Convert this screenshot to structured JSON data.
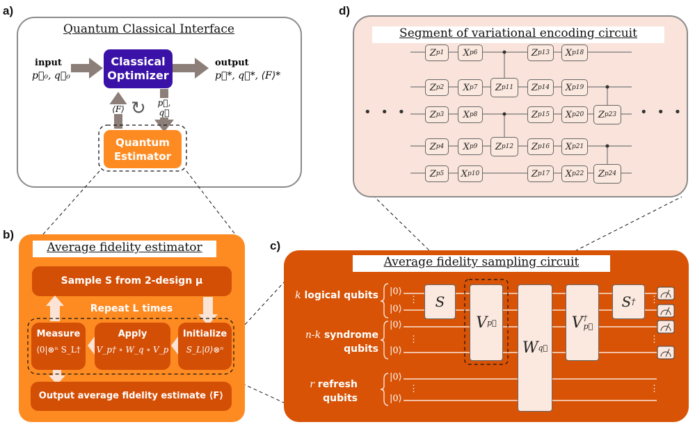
{
  "panel_labels": {
    "a": "a)",
    "b": "b)",
    "c": "c)",
    "d": "d)"
  },
  "panel_a": {
    "title": "Quantum Classical Interface",
    "input_label": "input",
    "input_vars": "p⃗₀, q⃗₀",
    "optimizer_label": "Classical Optimizer",
    "output_label": "output",
    "output_vars": "p⃗*, q⃗*, ⟨F⟩*",
    "feedback_up": "⟨F⟩",
    "feedback_down": "p⃗, q⃗",
    "cycle_symbol": "↻",
    "estimator_label": "Quantum Estimator"
  },
  "panel_b": {
    "title": "Average fidelity estimator",
    "sample_step": "Sample S from 2-design μ",
    "repeat_label": "Repeat L times",
    "measure_title": "Measure",
    "measure_formula": "⟨0|⊗ⁿ S_L†",
    "apply_title": "Apply",
    "apply_formula": "V_p† ∘ W_q ∘ V_p",
    "initialize_title": "Initialize",
    "initialize_formula": "S_L|0⟩⊗ⁿ",
    "output_step": "Output average fidelity estimate ⟨F⟩"
  },
  "panel_c": {
    "title": "Average fidelity sampling circuit",
    "groups": [
      {
        "var": "k",
        "label": "logical qubits"
      },
      {
        "var": "n-k",
        "label": "syndrome qubits"
      },
      {
        "var": "r",
        "label": "refresh qubits"
      }
    ],
    "ket": "|0⟩",
    "vdots": "⋮",
    "gate_S": "S",
    "gate_V": "V",
    "gate_V_sub": "p⃗",
    "gate_W": "W",
    "gate_W_sub": "q⃗",
    "gate_Vdag": "V",
    "gate_Vdag_sup": "†",
    "gate_Vdag_sub": "p⃗",
    "gate_Sdag": "S",
    "gate_Sdag_sup": "†"
  },
  "panel_d": {
    "title": "Segment of variational encoding circuit",
    "dots_left": "• • •",
    "dots_right": "• • •",
    "gate_letters": {
      "z": "Z",
      "x": "X"
    },
    "gate_subs": [
      "p1",
      "p2",
      "p3",
      "p4",
      "p5",
      "p6",
      "p7",
      "p8",
      "p9",
      "p10",
      "p11",
      "p12",
      "p13",
      "p14",
      "p15",
      "p16",
      "p17",
      "p18",
      "p19",
      "p20",
      "p21",
      "p22",
      "p23",
      "p24"
    ]
  },
  "colors": {
    "orange_light": "#fd8b22",
    "orange_dark": "#d85306",
    "optimizer_blue": "#3a12a8",
    "arrow_gray": "#8c7e78",
    "pink_panel": "#f9e3da",
    "gate_fill": "#fbe8de"
  }
}
